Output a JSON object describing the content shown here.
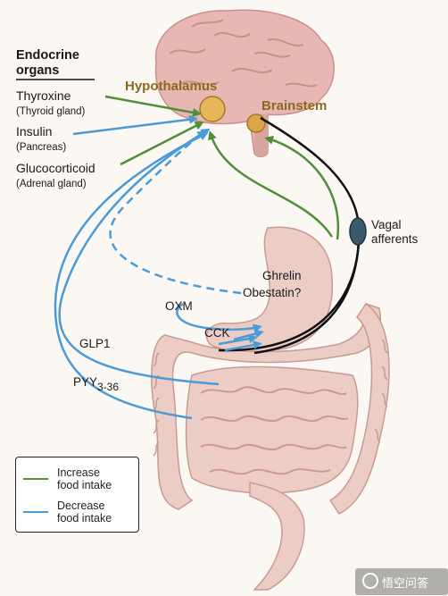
{
  "endocrine": {
    "title_line1": "Endocrine",
    "title_line2": "organs",
    "items": [
      {
        "name": "Thyroxine",
        "source": "(Thyroid gland)"
      },
      {
        "name": "Insulin",
        "source": "(Pancreas)"
      },
      {
        "name": "Glucocorticoid",
        "source": "(Adrenal gland)"
      }
    ]
  },
  "brain": {
    "hypothalamus": "Hypothalamus",
    "brainstem": "Brainstem"
  },
  "gut": {
    "vagal": "Vagal\nafferents",
    "ghrelin": "Ghrelin",
    "obestatin": "Obestatin?",
    "oxm": "OXM",
    "cck": "CCK",
    "glp1": "GLP1",
    "pyy": "PYY",
    "pyy_sub": "3-36"
  },
  "legend": {
    "increase": "Increase\nfood intake",
    "decrease": "Decrease\nfood intake"
  },
  "colors": {
    "increase": "#4f8f3a",
    "decrease": "#4a9bd6",
    "neural": "#111111",
    "brain": "#e9b7b3",
    "gut": "#eccdc6",
    "label_gold": "#8a6a1f"
  },
  "watermark": "悟空问答"
}
